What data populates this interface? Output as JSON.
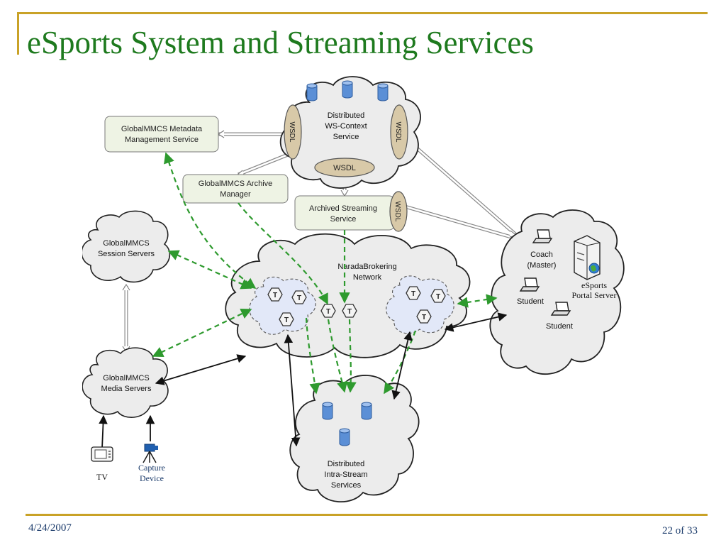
{
  "slide": {
    "title": "eSports System and Streaming Services",
    "date": "4/24/2007",
    "page_num": "22",
    "page_of": "of",
    "page_total": "33"
  },
  "nodes": {
    "ws_context": [
      "Distributed",
      "WS-Context",
      "Service"
    ],
    "wsdl": "WSDL",
    "metadata": [
      "GlobalMMCS Metadata",
      "Management Service"
    ],
    "archive_manager": [
      "GlobalMMCS Archive",
      "Manager"
    ],
    "archived_streaming": [
      "Archived Streaming",
      "Service"
    ],
    "session_servers": [
      "GlobalMMCS",
      "Session Servers"
    ],
    "media_servers": [
      "GlobalMMCS",
      "Media Servers"
    ],
    "narada": [
      "NaradaBrokering",
      "Network"
    ],
    "broker": "T",
    "intra_stream": [
      "Distributed",
      "Intra-Stream",
      "Services"
    ],
    "coach": [
      "Coach",
      "(Master)"
    ],
    "portal": [
      "eSports",
      "Portal Server"
    ],
    "student": "Student",
    "tv": "TV",
    "capture": [
      "Capture",
      "Device"
    ]
  },
  "icons": [
    "database-icon",
    "laptop-icon",
    "server-icon",
    "tv-icon",
    "camera-icon",
    "broker-node-icon",
    "wsdl-interface-icon"
  ],
  "colors": {
    "title": "#1e7a1e",
    "rule": "#c9a227",
    "footer": "#1a3a6a",
    "dashed_link": "#2e9a2e",
    "cloud_fill": "#ececec",
    "wsdl_fill": "#d8c9a8",
    "service_box": "#eef3e4"
  }
}
